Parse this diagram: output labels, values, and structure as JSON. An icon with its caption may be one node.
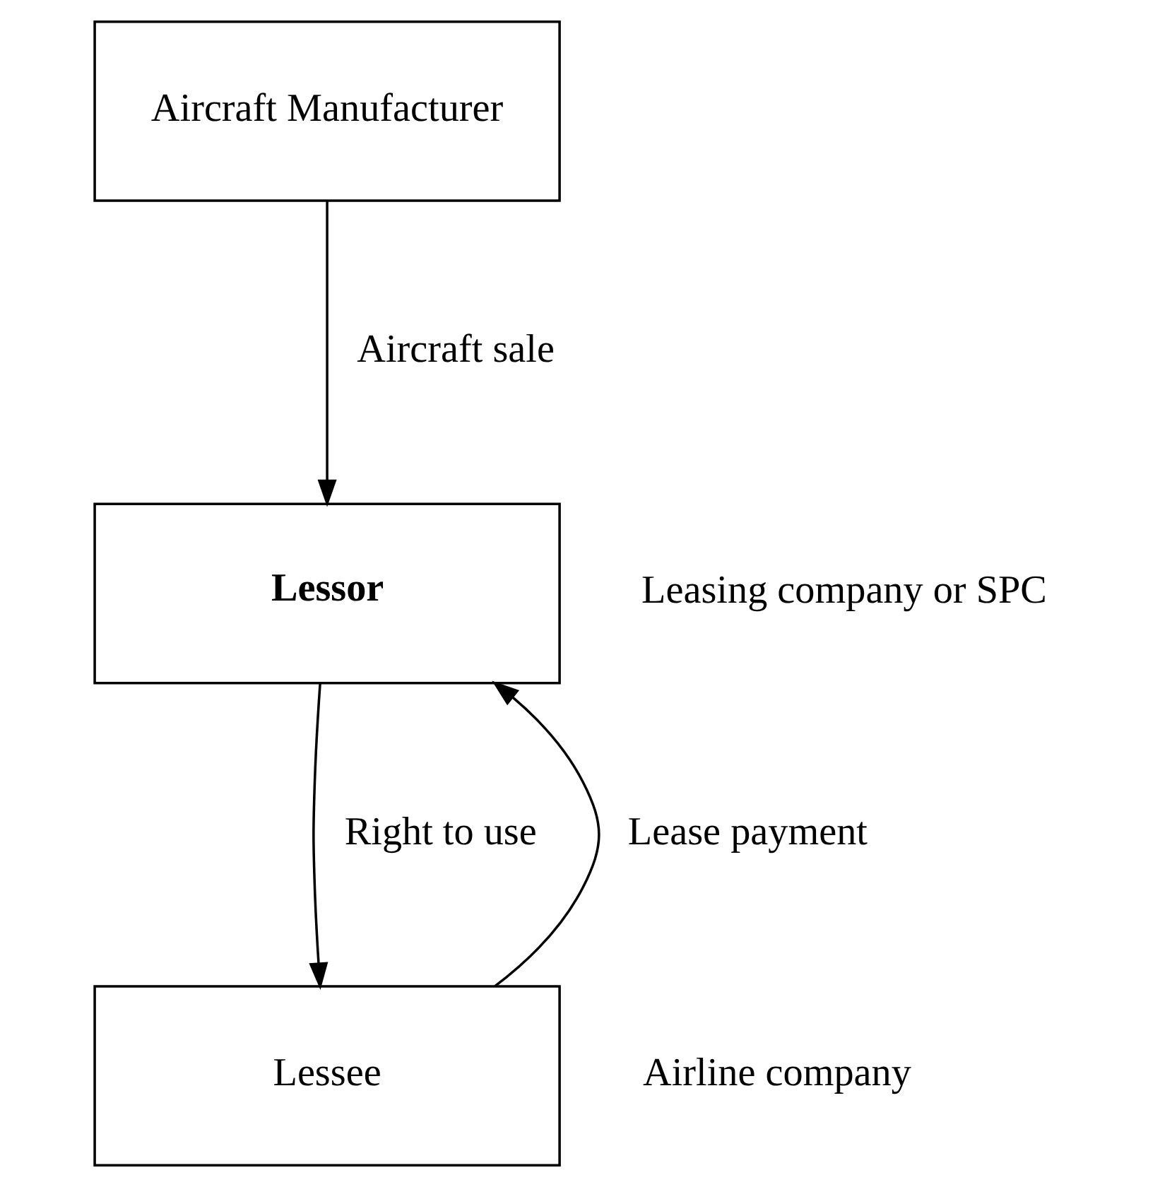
{
  "diagram": {
    "nodes": [
      {
        "text": [
          "Aircraft Manufacturer"
        ]
      },
      {
        "text": [
          "Lessor"
        ],
        "beside": [
          "Leasing company or SPC"
        ]
      },
      {
        "text": [
          "Lessee"
        ],
        "beside": [
          "Airline company"
        ]
      }
    ],
    "edges": [
      {
        "from": 0,
        "to": 1,
        "arrow": "to",
        "label": "Aircraft sale"
      },
      {
        "from": 2,
        "to": 1,
        "arrow": "to",
        "label": "Lease payment"
      },
      {
        "from": 1,
        "to": 2,
        "arrow": "to",
        "label": "Right to use"
      }
    ]
  }
}
